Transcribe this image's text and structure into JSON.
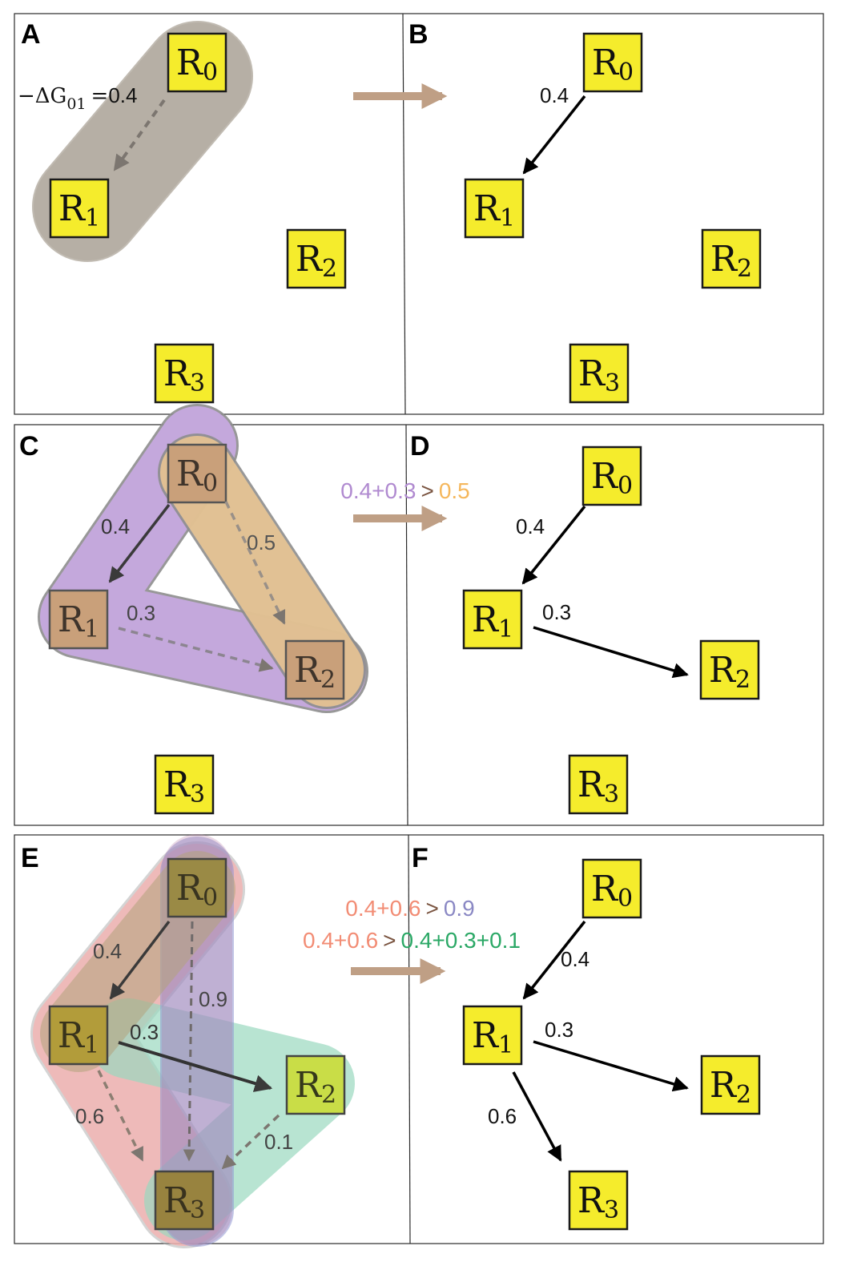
{
  "colors": {
    "node_fill": "#f5ec2c",
    "transition_arrow": "#bf9f85",
    "gray_blob": "#b5aea4",
    "purple": "#b79ad3",
    "orange": "#f8c98a",
    "pink": "#f7a9a8",
    "blue": "#8f95d1",
    "green": "#88d1b2",
    "text_purple": "#b08ad0",
    "text_orange": "#f5b75c",
    "text_pink": "#f28c74",
    "text_blue": "#8a88c4",
    "text_green": "#2ba866",
    "text_brown": "#7a5440"
  },
  "panels": [
    {
      "id": "A",
      "letter": "A"
    },
    {
      "id": "B",
      "letter": "B"
    },
    {
      "id": "C",
      "letter": "C"
    },
    {
      "id": "D",
      "letter": "D"
    },
    {
      "id": "E",
      "letter": "E"
    },
    {
      "id": "F",
      "letter": "F"
    }
  ],
  "nodes": {
    "R0": {
      "base": "R",
      "sub": "0"
    },
    "R1": {
      "base": "R",
      "sub": "1"
    },
    "R2": {
      "base": "R",
      "sub": "2"
    },
    "R3": {
      "base": "R",
      "sub": "3"
    }
  },
  "panelA": {
    "delta_g_prefix": "−ΔG",
    "delta_g_sub": "01",
    "delta_g_eq": "=",
    "delta_g_value": "0.4"
  },
  "panelB": {
    "edge_R0_R1": "0.4"
  },
  "panelC": {
    "edge_R0_R1": "0.4",
    "edge_R0_R2": "0.5",
    "edge_R1_R2": "0.3"
  },
  "transitionCD": {
    "lhs": "0.4+0.3",
    "op": ">",
    "rhs": "0.5"
  },
  "panelD": {
    "edge_R0_R1": "0.4",
    "edge_R1_R2": "0.3"
  },
  "panelE": {
    "edge_R0_R1": "0.4",
    "edge_R0_R3": "0.9",
    "edge_R1_R2": "0.3",
    "edge_R1_R3": "0.6",
    "edge_R2_R3": "0.1"
  },
  "transitionEF": {
    "line1_lhs": "0.4+0.6",
    "line1_op": ">",
    "line1_rhs": "0.9",
    "line2_lhs": "0.4+0.6",
    "line2_op": ">",
    "line2_rhs": "0.4+0.3+0.1"
  },
  "panelF": {
    "edge_R0_R1": "0.4",
    "edge_R1_R2": "0.3",
    "edge_R1_R3": "0.6"
  }
}
